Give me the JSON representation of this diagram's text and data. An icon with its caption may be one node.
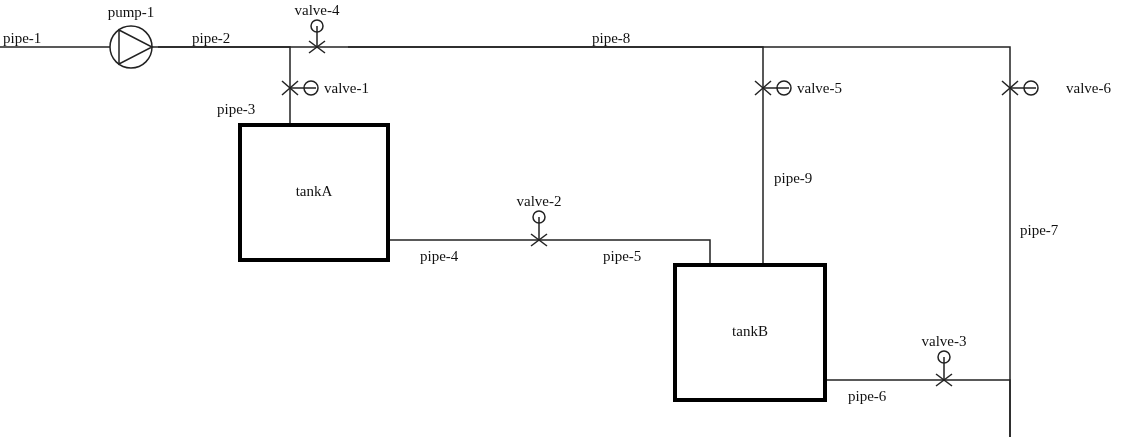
{
  "diagram": {
    "nodes": [
      {
        "text": [
          "pump-1"
        ]
      },
      {
        "text": [
          "valve-4"
        ]
      },
      {
        "text": [
          "valve-1"
        ]
      },
      {
        "text": [
          "valve-5"
        ]
      },
      {
        "text": [
          "valve-6"
        ]
      },
      {
        "text": [
          "tankA"
        ]
      },
      {
        "text": [
          "valve-2"
        ]
      },
      {
        "text": [
          "tankB"
        ]
      },
      {
        "text": [
          "valve-3"
        ]
      }
    ],
    "edges": [
      {
        "from": null,
        "to": 0,
        "arrow": "none",
        "label": "pipe-1"
      },
      {
        "from": 0,
        "to": 1,
        "arrow": "none",
        "label": "pipe-2"
      },
      {
        "from": 0,
        "to": 2,
        "arrow": "none"
      },
      {
        "from": 2,
        "to": 5,
        "arrow": "none",
        "label": "pipe-3"
      },
      {
        "from": 1,
        "to": 3,
        "arrow": "none",
        "label": "pipe-8"
      },
      {
        "from": 1,
        "to": 4,
        "arrow": "none"
      },
      {
        "from": 3,
        "to": 7,
        "arrow": "none",
        "label": "pipe-9"
      },
      {
        "from": 5,
        "to": 6,
        "arrow": "none",
        "label": "pipe-4"
      },
      {
        "from": 6,
        "to": 7,
        "arrow": "none",
        "label": "pipe-5"
      },
      {
        "from": 7,
        "to": 8,
        "arrow": "none",
        "label": "pipe-6"
      },
      {
        "from": 4,
        "to": null,
        "arrow": "none",
        "label": "pipe-7"
      },
      {
        "from": 8,
        "to": null,
        "arrow": "none"
      }
    ]
  }
}
